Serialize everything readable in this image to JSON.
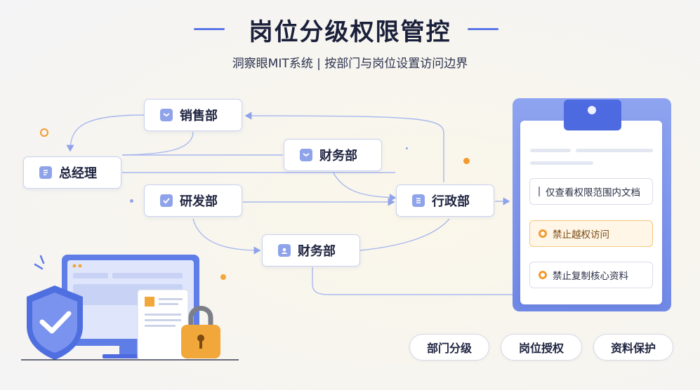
{
  "header": {
    "title": "岗位分级权限管控",
    "subtitle": "洞察眼MIT系统 | 按部门与岗位设置访问边界"
  },
  "nodes": {
    "sales": "销售部",
    "general_manager": "总经理",
    "finance_top": "财务部",
    "rnd": "研发部",
    "admin": "行政部",
    "finance_bottom": "财务部"
  },
  "rules": [
    {
      "label": "仅查看权限范围内文档",
      "type": "info"
    },
    {
      "label": "禁止越权访问",
      "type": "warning"
    },
    {
      "label": "禁止复制核心资料",
      "type": "warning"
    }
  ],
  "tags": [
    "部门分级",
    "岗位授权",
    "资料保护"
  ],
  "colors": {
    "accent": "#5b78e8",
    "node_border": "#c9d2f2",
    "warning": "#f39a2e",
    "shield": "#4f6fe0",
    "lock": "#f2a73b"
  }
}
